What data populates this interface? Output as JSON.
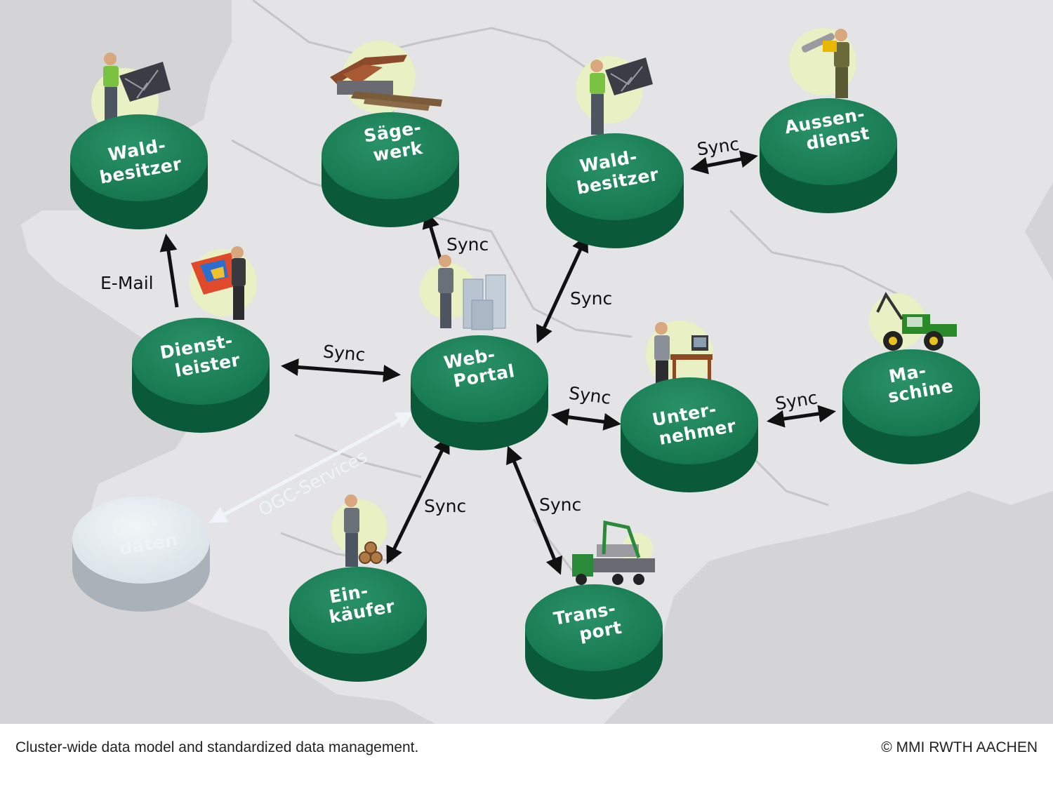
{
  "nodes": {
    "waldbesitzer_left": {
      "lines": [
        "Wald-",
        "besitzer"
      ],
      "icon": "person-with-map-icon"
    },
    "saegewerk": {
      "lines": [
        "Säge-",
        "werk"
      ],
      "icon": "sawmill-icon"
    },
    "waldbesitzer_right": {
      "lines": [
        "Wald-",
        "besitzer"
      ],
      "icon": "person-with-map-icon"
    },
    "aussendienst": {
      "lines": [
        "Aussen-",
        "dienst"
      ],
      "icon": "chainsaw-worker-icon"
    },
    "dienstleister": {
      "lines": [
        "Dienst-",
        "leister"
      ],
      "icon": "person-with-chart-icon"
    },
    "webportal": {
      "lines": [
        "Web-",
        "Portal"
      ],
      "icon": "person-with-buildings-icon"
    },
    "unternehmer": {
      "lines": [
        "Unter-",
        "nehmer"
      ],
      "icon": "person-at-computer-icon"
    },
    "maschine": {
      "lines": [
        "Ma-",
        "schine"
      ],
      "icon": "harvester-machine-icon"
    },
    "geodaten": {
      "lines": [
        "Geo-",
        "daten"
      ],
      "icon": ""
    },
    "einkaeufer": {
      "lines": [
        "Ein-",
        "käufer"
      ],
      "icon": "person-with-logs-icon"
    },
    "transport": {
      "lines": [
        "Trans-",
        "port"
      ],
      "icon": "timber-truck-icon"
    }
  },
  "edges": {
    "email": "E-Mail",
    "sync_saegewerk": "Sync",
    "sync_waldbesitzer": "Sync",
    "sync_aussendienst": "Sync",
    "sync_dienstleister": "Sync",
    "sync_unternehmer": "Sync",
    "sync_maschine": "Sync",
    "sync_einkaeufer": "Sync",
    "sync_transport": "Sync",
    "ogc": "OGC-Services"
  },
  "colors": {
    "node_green": "#14764f",
    "node_green_dark": "#0a5a3a",
    "node_light": "#dde6ea",
    "icon_circle": "#e8f0c4",
    "map_light": "#e3e3e5",
    "arrow": "#111111",
    "arrow_light": "#eef4f8"
  },
  "caption": "Cluster-wide data model and standardized data management.",
  "credit": "© MMI RWTH AACHEN"
}
